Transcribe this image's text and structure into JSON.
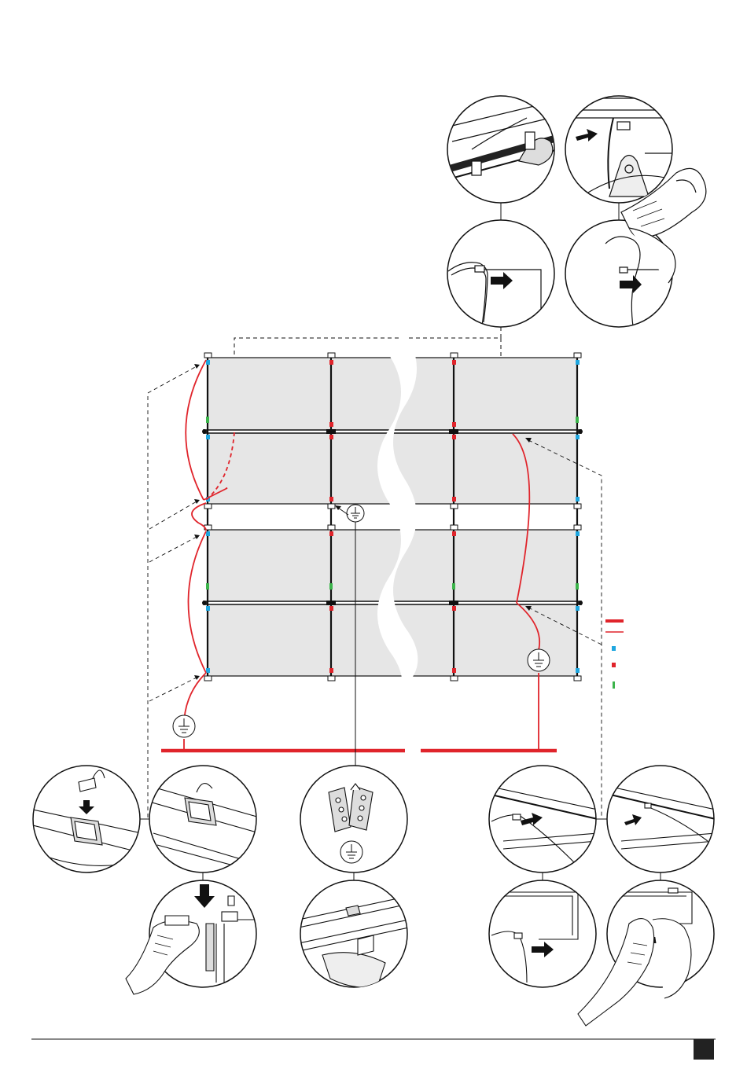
{
  "colors": {
    "ground_conductor": "#e0242b",
    "clip_blue": "#1fa7e0",
    "clip_red": "#e0242b",
    "clip_green": "#3cb44b",
    "panel_fill": "#e6e6e6",
    "line": "#111111",
    "page_marker": "#222222"
  },
  "icons": [
    "ground-symbol-icon",
    "push-arrow-icon",
    "press-down-arrow-icon",
    "pliers-hand-icon",
    "grounding-lug-icon"
  ],
  "legend": {
    "items": [
      {
        "symbol": "thick-red-line"
      },
      {
        "symbol": "thin-red-line"
      },
      {
        "symbol": "blue-square"
      },
      {
        "symbol": "red-square"
      },
      {
        "symbol": "green-bar"
      }
    ]
  },
  "page": {
    "number": ""
  }
}
